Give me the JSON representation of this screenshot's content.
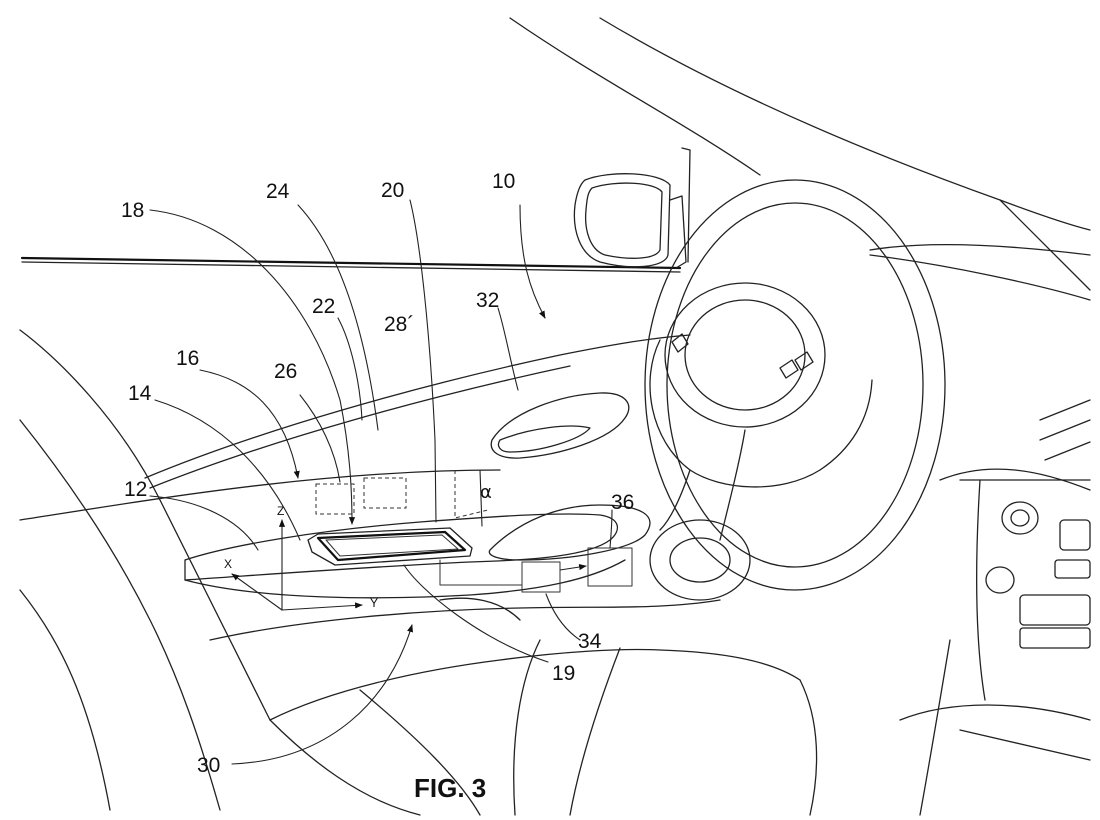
{
  "figure": {
    "title": "FIG. 3",
    "reference_numerals": {
      "r10": "10",
      "r12": "12",
      "r14": "14",
      "r16": "16",
      "r18": "18",
      "r19": "19",
      "r20": "20",
      "r22": "22",
      "r24": "24",
      "r26": "26",
      "r28": "28´",
      "r30": "30",
      "r32": "32",
      "r34": "34",
      "r36": "36"
    },
    "axes": {
      "x": "X",
      "y": "Y",
      "z": "Z"
    },
    "angle_symbol": "α"
  }
}
